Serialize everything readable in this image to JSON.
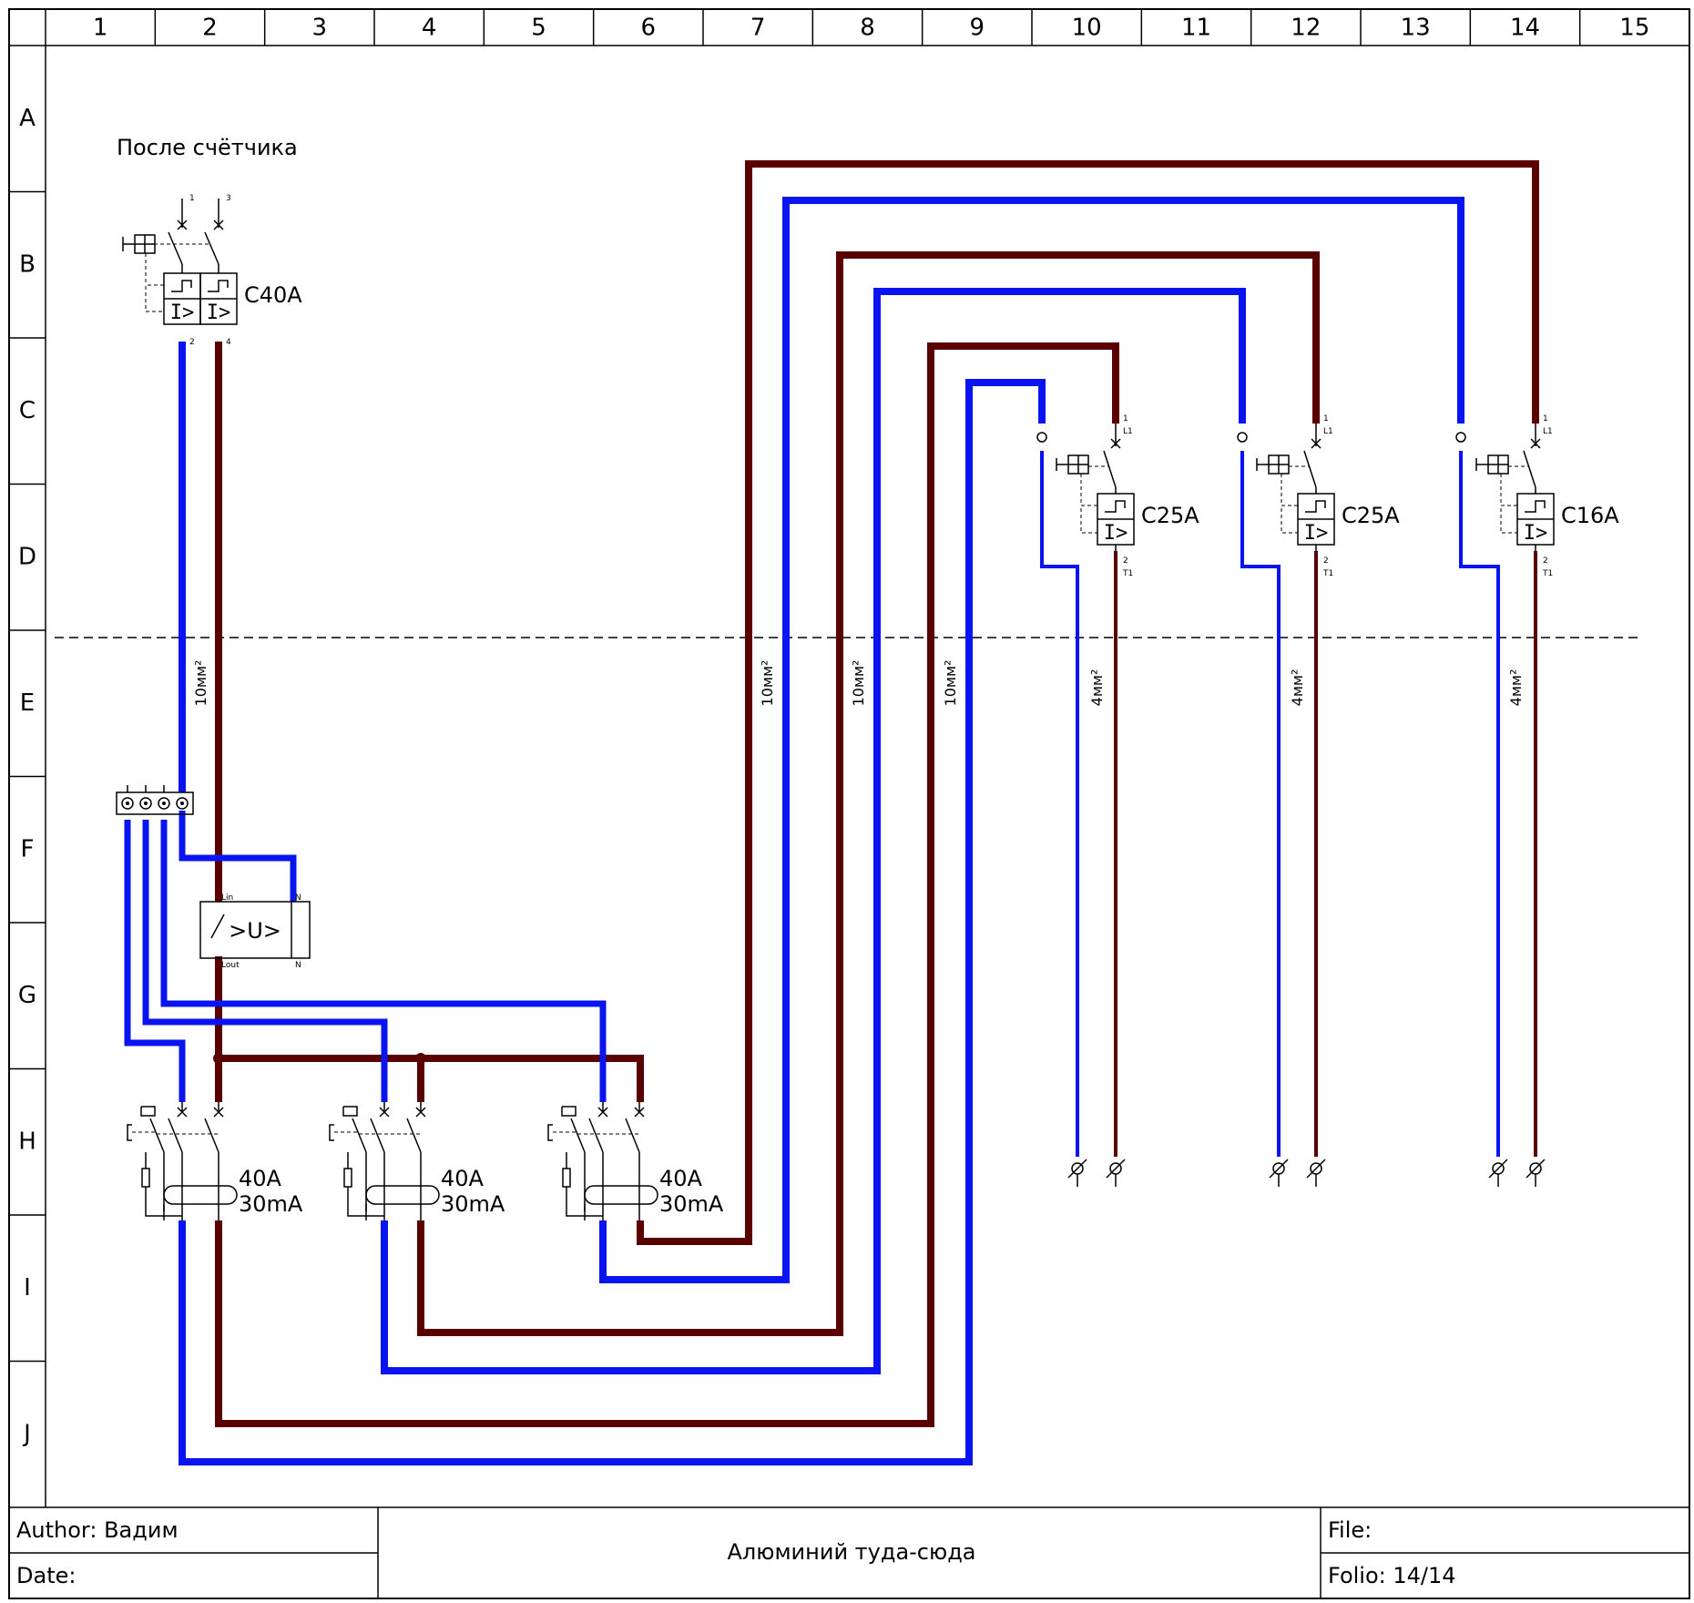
{
  "grid": {
    "columns": [
      "1",
      "2",
      "3",
      "4",
      "5",
      "6",
      "7",
      "8",
      "9",
      "10",
      "11",
      "12",
      "13",
      "14",
      "15"
    ],
    "rows": [
      "A",
      "B",
      "C",
      "D",
      "E",
      "F",
      "G",
      "H",
      "I",
      "J"
    ]
  },
  "section_title": "После счётчика",
  "main_breaker": {
    "rating": "C40A",
    "terminals_top": [
      "1",
      "3"
    ],
    "terminals_bottom": [
      "2",
      "4"
    ]
  },
  "relay": {
    "label": ">U>",
    "terminals": [
      "Lin",
      "N",
      "Lout",
      "N"
    ]
  },
  "rcds": [
    {
      "rating": "40A",
      "sensitivity": "30mA"
    },
    {
      "rating": "40A",
      "sensitivity": "30mA"
    },
    {
      "rating": "40A",
      "sensitivity": "30mA"
    }
  ],
  "breakers": [
    {
      "rating": "C25A",
      "in_terminal": "1",
      "in_phase": "L1",
      "out_terminal": "2",
      "out_phase": "T1",
      "cable": "4мм²"
    },
    {
      "rating": "C25A",
      "in_terminal": "1",
      "in_phase": "L1",
      "out_terminal": "2",
      "out_phase": "T1",
      "cable": "4мм²"
    },
    {
      "rating": "C16A",
      "in_terminal": "1",
      "in_phase": "L1",
      "out_terminal": "2",
      "out_phase": "T1",
      "cable": "4мм²"
    }
  ],
  "main_cables": [
    "10мм²",
    "10мм²",
    "10мм²",
    "10мм²"
  ],
  "colors": {
    "neutral": "#0a14f0",
    "phase": "#5a0000"
  },
  "title_block": {
    "author": "Author: Вадим",
    "date": "Date:",
    "title": "Алюминий туда-сюда",
    "file": "File:",
    "folio": "Folio: 14/14"
  }
}
